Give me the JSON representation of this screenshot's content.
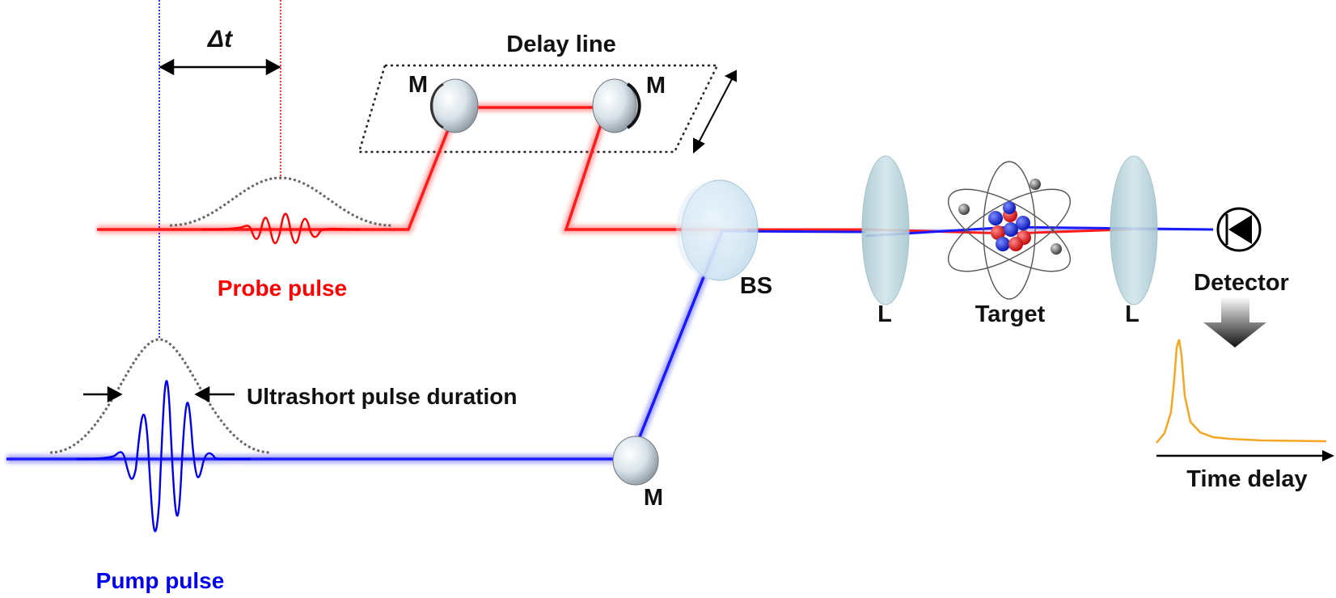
{
  "labels": {
    "delta_t": "Δt",
    "delay_line": "Delay line",
    "mirror_delay_left": "M",
    "mirror_delay_right": "M",
    "mirror_bottom": "M",
    "beam_splitter": "BS",
    "lens_left": "L",
    "lens_right": "L",
    "target": "Target",
    "detector": "Detector",
    "probe_pulse": "Probe pulse",
    "pump_pulse": "Pump pulse",
    "pulse_duration": "Ultrashort pulse duration",
    "time_delay": "Time delay"
  },
  "colors": {
    "probe": "#ff0000",
    "pump": "#0000ee",
    "signal": "#f5a623",
    "text": "#111111",
    "lens": "#b7d3dc"
  }
}
